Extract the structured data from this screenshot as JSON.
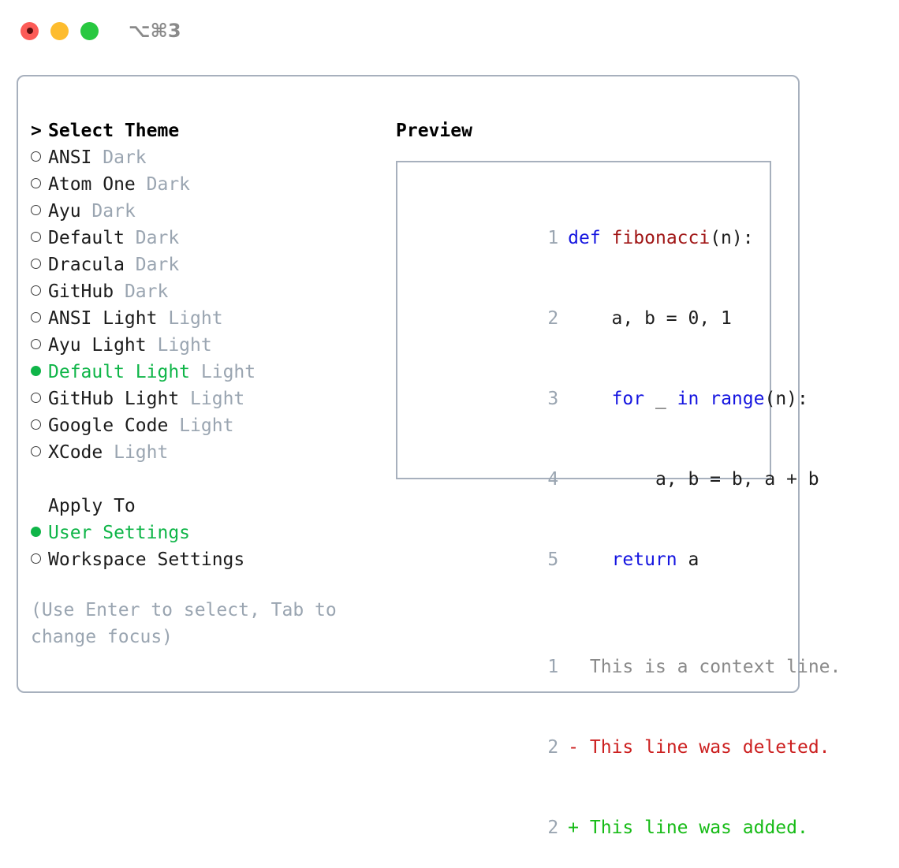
{
  "titlebar": {
    "shortcut": "⌥⌘3",
    "lights": [
      {
        "name": "close",
        "color": "#fc5b57"
      },
      {
        "name": "minimize",
        "color": "#fdbc2e"
      },
      {
        "name": "maximize",
        "color": "#28c840"
      }
    ]
  },
  "theme_list": {
    "header_marker": ">",
    "header": "Select Theme",
    "items": [
      {
        "marker": "o",
        "name": "ANSI",
        "suffix": "Dark",
        "selected": false
      },
      {
        "marker": "o",
        "name": "Atom One",
        "suffix": "Dark",
        "selected": false
      },
      {
        "marker": "o",
        "name": "Ayu",
        "suffix": "Dark",
        "selected": false
      },
      {
        "marker": "o",
        "name": "Default",
        "suffix": "Dark",
        "selected": false
      },
      {
        "marker": "o",
        "name": "Dracula",
        "suffix": "Dark",
        "selected": false
      },
      {
        "marker": "o",
        "name": "GitHub",
        "suffix": "Dark",
        "selected": false
      },
      {
        "marker": "o",
        "name": "ANSI Light",
        "suffix": "Light",
        "selected": false
      },
      {
        "marker": "o",
        "name": "Ayu Light",
        "suffix": "Light",
        "selected": false
      },
      {
        "marker": "●",
        "name": "Default Light",
        "suffix": "Light",
        "selected": true
      },
      {
        "marker": "o",
        "name": "GitHub Light",
        "suffix": "Light",
        "selected": false
      },
      {
        "marker": "o",
        "name": "Google Code",
        "suffix": "Light",
        "selected": false
      },
      {
        "marker": "o",
        "name": "XCode",
        "suffix": "Light",
        "selected": false
      }
    ]
  },
  "apply_to": {
    "header": "Apply To",
    "items": [
      {
        "marker": "●",
        "label": "User Settings",
        "selected": true
      },
      {
        "marker": "o",
        "label": "Workspace Settings",
        "selected": false
      }
    ]
  },
  "hint": "(Use Enter to select, Tab to change focus)",
  "preview": {
    "title": "Preview",
    "code_lines": [
      {
        "no": "1",
        "tokens": [
          {
            "t": "def",
            "c": "kw"
          },
          {
            "t": " ",
            "c": "pl"
          },
          {
            "t": "fibonacci",
            "c": "fn"
          },
          {
            "t": "(n):",
            "c": "pl"
          }
        ]
      },
      {
        "no": "2",
        "tokens": [
          {
            "t": "    a, b = 0, 1",
            "c": "pl"
          }
        ]
      },
      {
        "no": "3",
        "tokens": [
          {
            "t": "    ",
            "c": "pl"
          },
          {
            "t": "for",
            "c": "kw"
          },
          {
            "t": " _ ",
            "c": "pl"
          },
          {
            "t": "in",
            "c": "kw"
          },
          {
            "t": " ",
            "c": "pl"
          },
          {
            "t": "range",
            "c": "kw"
          },
          {
            "t": "(n):",
            "c": "pl"
          }
        ]
      },
      {
        "no": "4",
        "tokens": [
          {
            "t": "        a, b = b, a + b",
            "c": "pl"
          }
        ]
      },
      {
        "no": "5",
        "tokens": [
          {
            "t": "    ",
            "c": "pl"
          },
          {
            "t": "return",
            "c": "kw"
          },
          {
            "t": " a",
            "c": "pl"
          }
        ]
      }
    ],
    "diff_lines": [
      {
        "no": "1",
        "sign": " ",
        "text": "This is a context line.",
        "kind": "diff-ctx"
      },
      {
        "no": "2",
        "sign": "-",
        "text": "This line was deleted.",
        "kind": "diff-del"
      },
      {
        "no": "2",
        "sign": "+",
        "text": "This line was added.",
        "kind": "diff-add"
      }
    ]
  },
  "colors": {
    "accent_green": "#0fb548",
    "muted_gray": "#9aa5b1",
    "border": "#a7b0bd",
    "keyword_blue": "#1515e0",
    "function_red": "#a01515",
    "diff_added": "#16bb16",
    "diff_deleted": "#cc2020"
  }
}
